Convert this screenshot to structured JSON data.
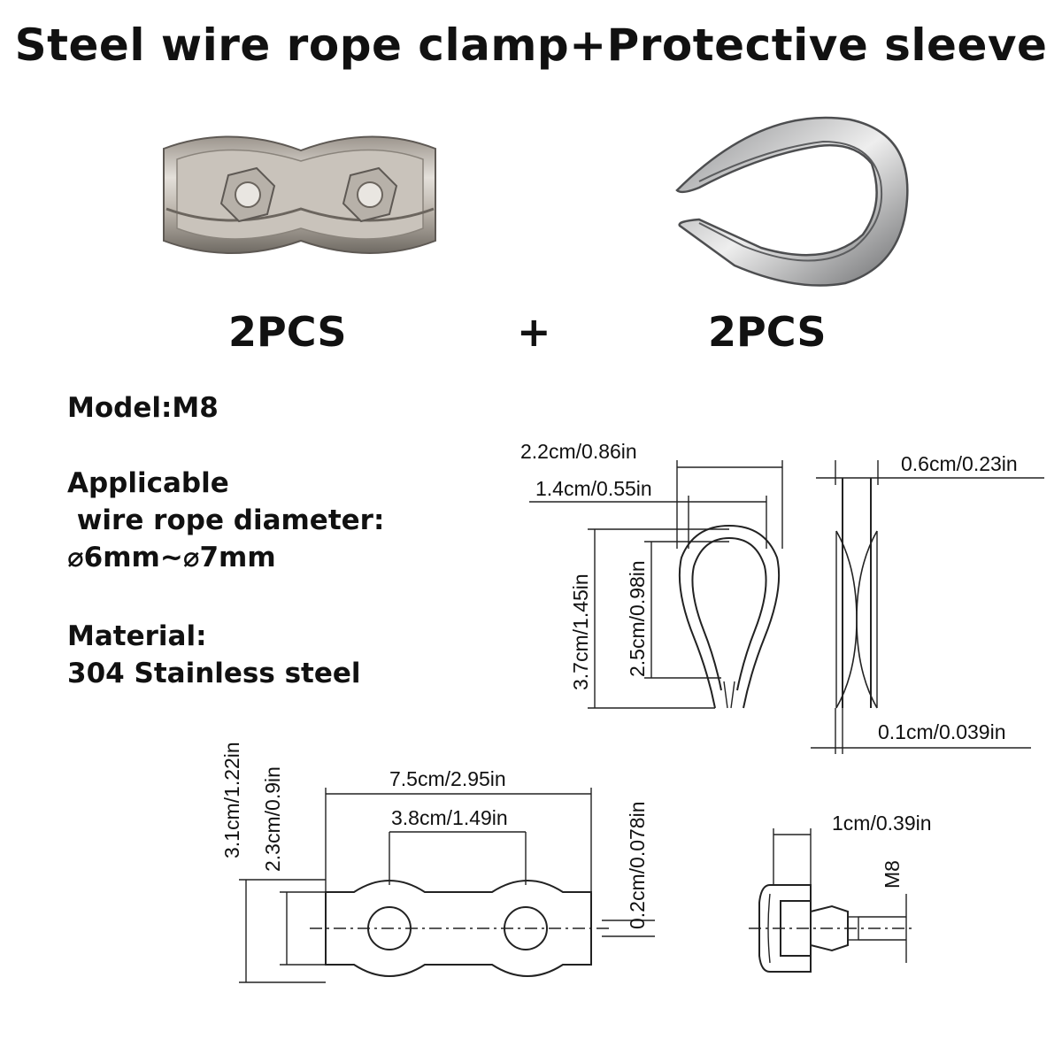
{
  "title": "Steel wire rope clamp+Protective sleeve",
  "products": {
    "clamp_qty": "2PCS",
    "plus": "+",
    "sleeve_qty": "2PCS"
  },
  "specs": {
    "model": "Model:M8",
    "diameter_line1": "Applicable",
    "diameter_line2": " wire rope diameter:",
    "diameter_line3": "⌀6mm~⌀7mm",
    "material_line1": "Material:",
    "material_line2": "304 Stainless steel"
  },
  "dimensions": {
    "thimble_width": "2.2cm/0.86in",
    "thimble_inner_width": "1.4cm/0.55in",
    "thimble_height": "3.7cm/1.45in",
    "thimble_inner_height": "2.5cm/0.98in",
    "thimble_thickness": "0.6cm/0.23in",
    "thimble_wall": "0.1cm/0.039in",
    "clamp_length": "7.5cm/2.95in",
    "clamp_hole_spacing": "3.8cm/1.49in",
    "clamp_height": "3.1cm/1.22in",
    "clamp_inner_height": "2.3cm/0.9in",
    "clamp_plate": "0.2cm/0.078in",
    "clamp_side_width": "1cm/0.39in",
    "bolt_size": "M8"
  }
}
